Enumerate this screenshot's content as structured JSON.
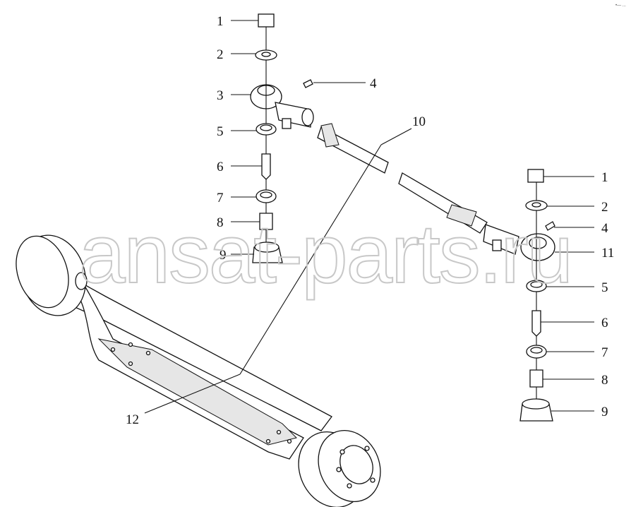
{
  "watermark": "ansat-parts.ru",
  "corner_mark": "•— ...",
  "callouts_left": [
    "1",
    "2",
    "3",
    "4",
    "5",
    "6",
    "7",
    "8",
    "9",
    "10",
    "12"
  ],
  "callouts_right": [
    "1",
    "2",
    "4",
    "11",
    "5",
    "6",
    "7",
    "8",
    "9"
  ]
}
